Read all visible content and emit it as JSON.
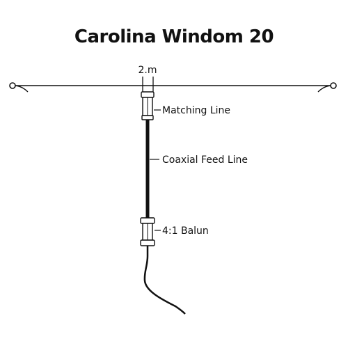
{
  "title": "Carolina Windom 20",
  "labels": {
    "dimension": "2.m",
    "matching_line": "Matching Line",
    "coax_feed_line": "Coaxial Feed Line",
    "balun": "4:1 Balun"
  },
  "colors": {
    "ink": "#111111",
    "fitting_fill": "#ffffff"
  }
}
